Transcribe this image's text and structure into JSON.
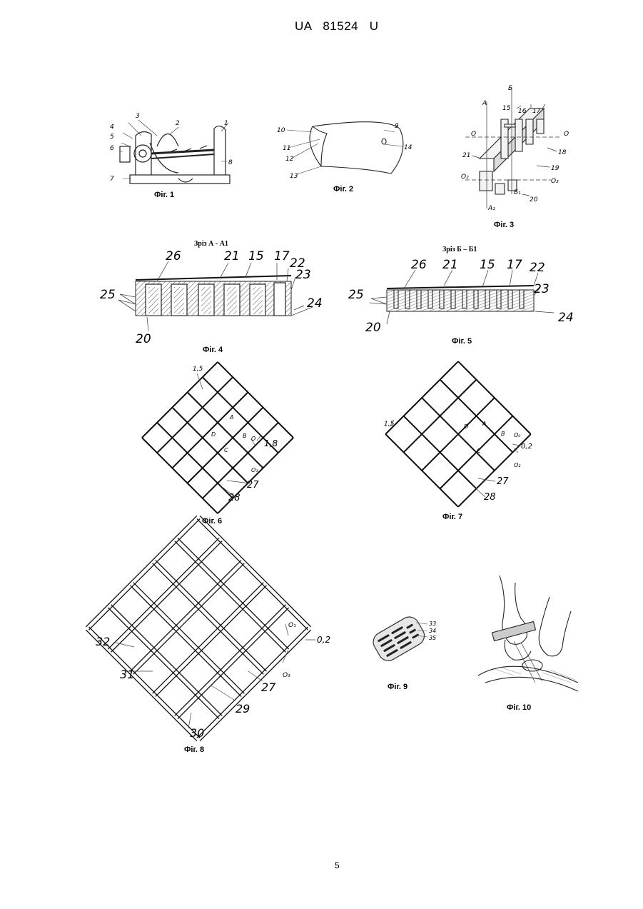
{
  "header": {
    "doc_code": "UA   81524   U"
  },
  "page_number": "5",
  "figures": {
    "fig1": {
      "caption": "Фіг. 1",
      "labels": [
        "1",
        "2",
        "3",
        "4",
        "5",
        "6",
        "7",
        "8"
      ]
    },
    "fig2": {
      "caption": "Фіг. 2",
      "labels": [
        "9",
        "10",
        "11",
        "12",
        "13",
        "14"
      ]
    },
    "fig3": {
      "caption": "Фіг. 3",
      "labels": [
        "А",
        "Б",
        "15",
        "16",
        "17",
        "О",
        "О",
        "21",
        "18",
        "19",
        "О₂",
        "О₃",
        "Б₁",
        "20",
        "А₁"
      ]
    },
    "fig4": {
      "section": "Зріз А - А1",
      "caption": "Фіг. 4",
      "labels": [
        "26",
        "21",
        "15",
        "17",
        "22",
        "23",
        "25",
        "24",
        "20"
      ]
    },
    "fig5": {
      "section": "Зріз Б – Б1",
      "caption": "Фіг. 5",
      "labels": [
        "26",
        "21",
        "15",
        "17",
        "22",
        "25",
        "23",
        "24",
        "20"
      ]
    },
    "fig6": {
      "caption": "Фіг. 6",
      "labels": [
        "1,5",
        "А",
        "В",
        "D",
        "С",
        "О",
        "1,8",
        "О₁",
        "27",
        "28"
      ]
    },
    "fig7": {
      "caption": "Фіг. 7",
      "labels": [
        "1,5",
        "А",
        "D",
        "В",
        "С",
        "О₀",
        "0,2",
        "О₂",
        "27",
        "28"
      ]
    },
    "fig8": {
      "caption": "Фіг. 8",
      "labels": [
        "О₁",
        "0,2",
        "32",
        "О₃",
        "31",
        "27",
        "29",
        "30"
      ]
    },
    "fig9": {
      "caption": "Фіг. 9",
      "labels": [
        "33",
        "34",
        "35"
      ]
    },
    "fig10": {
      "caption": "Фіг. 10"
    }
  }
}
